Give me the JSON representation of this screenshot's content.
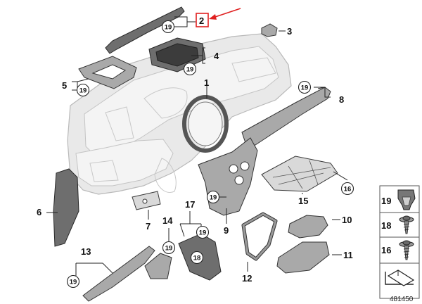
{
  "figure_number": "481450",
  "highlight_color": "#e02020",
  "callouts": {
    "c1": "1",
    "c2": "2",
    "c3": "3",
    "c4": "4",
    "c5": "5",
    "c6": "6",
    "c7": "7",
    "c8": "8",
    "c9": "9",
    "c10": "10",
    "c11": "11",
    "c12": "12",
    "c13": "13",
    "c14": "14",
    "c15": "15",
    "c16": "16",
    "c17": "17"
  },
  "circle_refs": {
    "r2": "19",
    "r4": "19",
    "r5": "19",
    "r8": "19",
    "r9": "19",
    "r13": "19",
    "r14": "19",
    "r16": "16",
    "r17": "19",
    "r18": "18"
  },
  "legend": [
    {
      "label": "19",
      "icon": "clip-icon"
    },
    {
      "label": "18",
      "icon": "screw-icon"
    },
    {
      "label": "16",
      "icon": "screw-icon"
    },
    {
      "label": "",
      "icon": "kit-icon"
    }
  ]
}
